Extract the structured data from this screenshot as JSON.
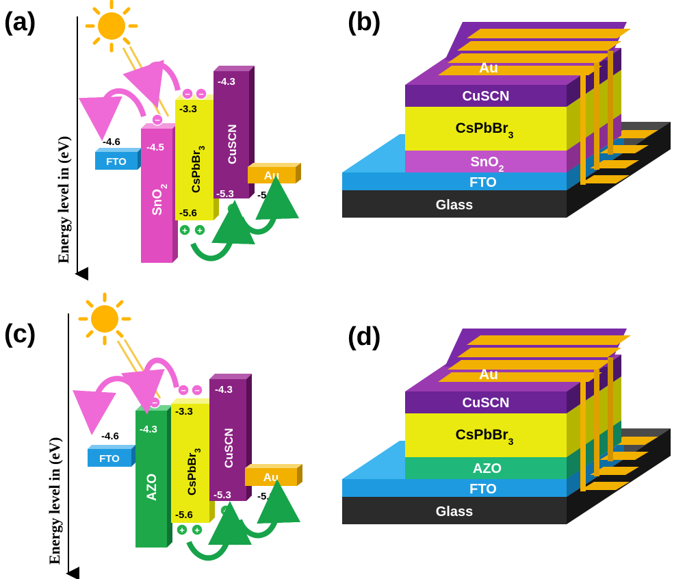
{
  "panels": {
    "a": {
      "label": "(a)",
      "axis_label": "Energy level in (eV)",
      "fto": {
        "name": "FTO",
        "value": "-4.6"
      },
      "etl": {
        "name_main": "SnO",
        "name_sub": "2",
        "value_top": "-4.5"
      },
      "perov": {
        "name_main": "CsPbBr",
        "name_sub": "3",
        "value_top": "-3.3",
        "value_bottom": "-5.6"
      },
      "htl": {
        "name": "CuSCN",
        "value_top": "-4.3",
        "value_bottom": "-5.3"
      },
      "au": {
        "name": "Au",
        "value": "-5.2"
      },
      "electron_symbol": "−",
      "hole_symbol": "+"
    },
    "b": {
      "label": "(b)",
      "layers": {
        "au": "Au",
        "htl": "CuSCN",
        "perov_main": "CsPbBr",
        "perov_sub": "3",
        "etl_main": "SnO",
        "etl_sub": "2",
        "fto": "FTO",
        "glass": "Glass"
      }
    },
    "c": {
      "label": "(c)",
      "axis_label": "Energy level in (eV)",
      "fto": {
        "name": "FTO",
        "value": "-4.6"
      },
      "etl": {
        "name_main": "AZO",
        "name_sub": "",
        "value_top": "-4.3"
      },
      "perov": {
        "name_main": "CsPbBr",
        "name_sub": "3",
        "value_top": "-3.3",
        "value_bottom": "-5.6"
      },
      "htl": {
        "name": "CuSCN",
        "value_top": "-4.3",
        "value_bottom": "-5.3"
      },
      "au": {
        "name": "Au",
        "value": "-5.2"
      },
      "electron_symbol": "−",
      "hole_symbol": "+"
    },
    "d": {
      "label": "(d)",
      "layers": {
        "au": "Au",
        "htl": "CuSCN",
        "perov_main": "CsPbBr",
        "perov_sub": "3",
        "etl_main": "AZO",
        "etl_sub": "",
        "fto": "FTO",
        "glass": "Glass"
      }
    }
  },
  "colors": {
    "fto": "#1e9be0",
    "sno2": "#e14cc0",
    "azo": "#1fa84a",
    "perovskite": "#eaea10",
    "cuscn": "#8a2282",
    "au": "#f2b000",
    "glass": "#2b2b2b",
    "sun": "#ffb400",
    "arrow_pink": "#ef6ad6",
    "arrow_green": "#16a34a"
  }
}
